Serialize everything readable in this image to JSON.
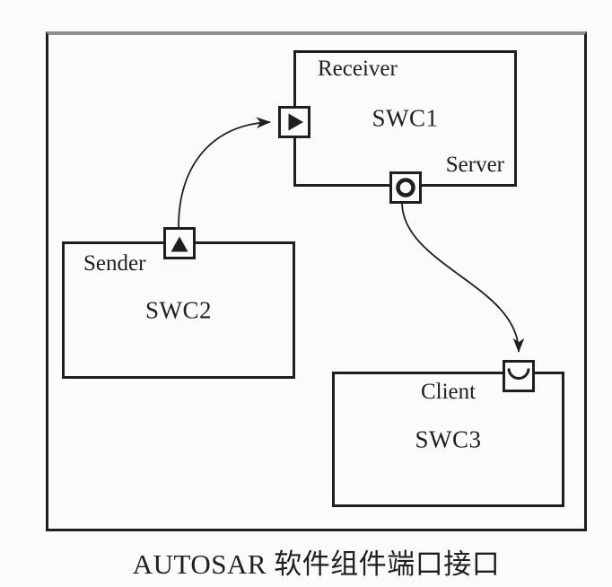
{
  "diagram": {
    "caption": "AUTOSAR 软件组件端口接口",
    "components": {
      "swc1": {
        "name": "SWC1",
        "receiver_label": "Receiver",
        "server_label": "Server"
      },
      "swc2": {
        "name": "SWC2",
        "sender_label": "Sender"
      },
      "swc3": {
        "name": "SWC3",
        "client_label": "Client"
      }
    },
    "ports": {
      "sender": {
        "owner": "SWC2",
        "edge": "top",
        "symbol": "filled-up-triangle"
      },
      "receiver": {
        "owner": "SWC1",
        "edge": "left",
        "symbol": "filled-right-triangle"
      },
      "server": {
        "owner": "SWC1",
        "edge": "bottom",
        "symbol": "open-circle"
      },
      "client": {
        "owner": "SWC3",
        "edge": "top",
        "symbol": "half-circle-socket"
      }
    },
    "connections": [
      {
        "from": "SWC2.sender-port",
        "to": "SWC1.receiver-port",
        "type": "curved-arrow"
      },
      {
        "from": "SWC1.server-port",
        "to": "SWC3.client-port",
        "type": "curved-arrow"
      }
    ],
    "colors": {
      "line": "#1f1f1f",
      "frame_top": "#8f8f8f",
      "background": "#fbfbfb"
    }
  }
}
